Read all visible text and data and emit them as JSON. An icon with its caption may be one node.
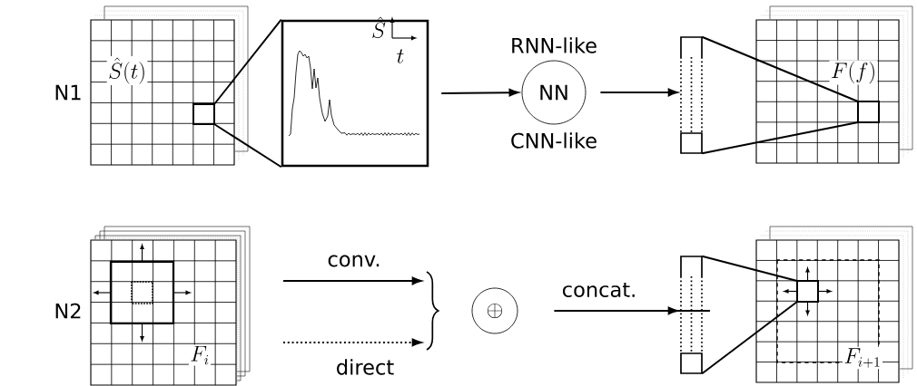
{
  "diagram": {
    "nodes": [
      {
        "text": [
          "\\hat{S}(t)"
        ]
      },
      {
        "text": [
          "\\hat{S}",
          "t"
        ]
      },
      {
        "text": [
          "NN"
        ],
        "beside": [
          "RNN-like",
          "CNN-like"
        ]
      },
      {
        "text": [],
        "shape": "bar"
      },
      {
        "text": [
          "F(f)"
        ]
      },
      {
        "text": [
          "F_i"
        ]
      },
      {
        "text": [],
        "shape": "brace"
      },
      {
        "text": [
          "\\oplus"
        ]
      },
      {
        "text": [],
        "shape": "bar"
      },
      {
        "text": [
          "F_{i+1}"
        ]
      }
    ],
    "edges": [
      {
        "from": 0,
        "to": 1,
        "arrow": "none"
      },
      {
        "from": 0,
        "to": 1,
        "arrow": "none"
      },
      {
        "from": 1,
        "to": 2,
        "arrow": "to"
      },
      {
        "from": 2,
        "to": 3,
        "arrow": "to"
      },
      {
        "from": 3,
        "to": 4,
        "arrow": "none"
      },
      {
        "from": 3,
        "to": 4,
        "arrow": "none"
      },
      {
        "from": null,
        "to": 6,
        "arrow": "to",
        "label": "conv."
      },
      {
        "from": null,
        "to": 6,
        "arrow": "to",
        "label": "direct",
        "style": "dashed"
      },
      {
        "from": 7,
        "to": 8,
        "arrow": "to",
        "label": "concat."
      },
      {
        "from": 8,
        "to": 9,
        "arrow": "none"
      },
      {
        "from": 8,
        "to": 9,
        "arrow": "none"
      }
    ],
    "labels": [
      "N1",
      "N2"
    ]
  }
}
